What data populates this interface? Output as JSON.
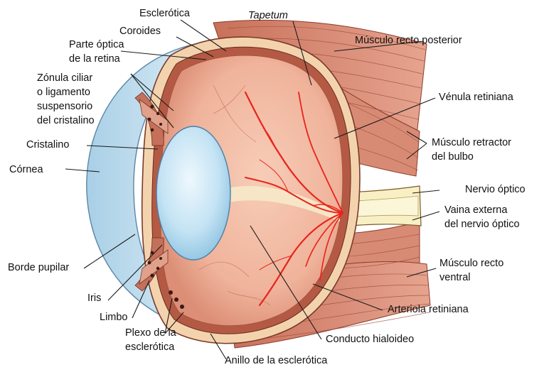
{
  "labels": {
    "esclerotica": "Esclerótica",
    "tapetum": "Tapetum",
    "coroides": "Coroides",
    "parte_optica_1": "Parte óptica",
    "parte_optica_2": "de la retina",
    "musculo_recto_posterior": "Músculo recto posterior",
    "zonula_1": "Zónula ciliar",
    "zonula_2": "o ligamento",
    "zonula_3": "suspensorio",
    "zonula_4": "del cristalino",
    "venula": "Vénula retiniana",
    "cristalino": "Cristalino",
    "retractor_1": "Músculo retractor",
    "retractor_2": "del bulbo",
    "cornea": "Córnea",
    "nervio_optico": "Nervio óptico",
    "vaina_1": "Vaina externa",
    "vaina_2": "del nervio óptico",
    "borde_pupilar": "Borde pupilar",
    "recto_ventral_1": "Músculo recto",
    "recto_ventral_2": "ventral",
    "iris": "Iris",
    "arteriola": "Arteriola retiniana",
    "limbo": "Limbo",
    "conducto_hialoideo": "Conducto hialoideo",
    "plexo_1": "Plexo de la",
    "plexo_2": "esclerótica",
    "anillo": "Anillo de la esclerótica"
  },
  "colors": {
    "cornea": "#cfe6f2",
    "lens": "#bfe0f2",
    "retina": "#f2b9a2",
    "sclera": "#f3d5b0",
    "muscle": "#d98a72",
    "vessel": "#e8241c",
    "nerve": "#f7efc0"
  }
}
